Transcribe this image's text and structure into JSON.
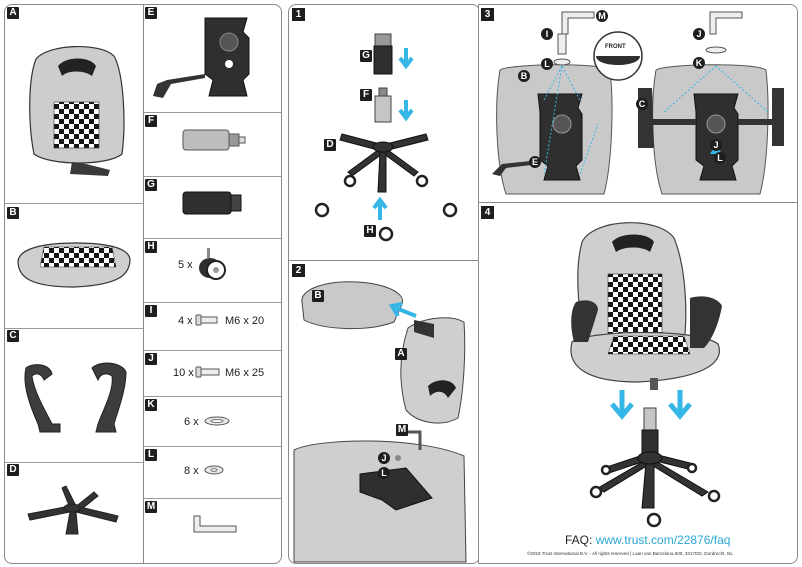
{
  "parts": {
    "A": {
      "label": "A"
    },
    "B": {
      "label": "B"
    },
    "C": {
      "label": "C"
    },
    "D": {
      "label": "D"
    },
    "E": {
      "label": "E"
    },
    "F": {
      "label": "F"
    },
    "G": {
      "label": "G"
    },
    "H": {
      "label": "H",
      "qty": "5 x"
    },
    "I": {
      "label": "I",
      "qty": "4 x",
      "spec": "M6 x 20"
    },
    "J": {
      "label": "J",
      "qty": "10 x",
      "spec": "M6 x 25"
    },
    "K": {
      "label": "K",
      "qty": "6 x"
    },
    "L": {
      "label": "L",
      "qty": "8 x"
    },
    "M": {
      "label": "M"
    }
  },
  "steps": {
    "s1": "1",
    "s2": "2",
    "s3": "3",
    "s4": "4"
  },
  "callouts": {
    "G": "G",
    "F": "F",
    "D": "D",
    "H": "H",
    "B": "B",
    "A": "A",
    "J": "J",
    "L": "L",
    "M": "M",
    "I": "I",
    "E": "E",
    "K": "K",
    "C": "C"
  },
  "front_label": "FRONT",
  "faq": {
    "prefix": "FAQ:",
    "url": "www.trust.com/22876/faq"
  },
  "copyright": "©2019 Trust International B.V. - All rights reserved | Laan van Barcelona 600, 3317DD, Dordrecht, NL",
  "colors": {
    "accent_arrow": "#35b7e6",
    "dark": "#2b2b2b",
    "seat_gray": "#c9c9c9"
  }
}
